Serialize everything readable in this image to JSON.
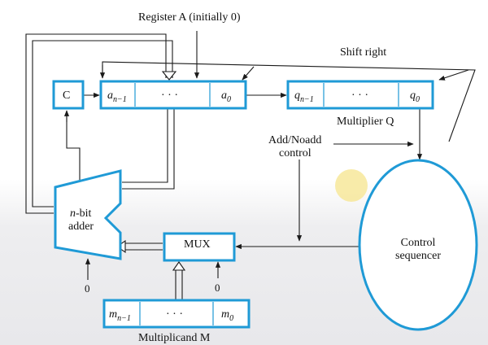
{
  "labels": {
    "register_a": "Register A (initially 0)",
    "shift_right": "Shift right",
    "multiplier_q": "Multiplier Q",
    "add_noadd_line1": "Add/Noadd",
    "add_noadd_line2": "control",
    "control_line1": "Control",
    "control_line2": "sequencer",
    "adder_n": "n",
    "adder_rest": "-bit",
    "adder_line2": "adder",
    "mux": "MUX",
    "multiplicand_m": "Multiplicand M",
    "zero": "0",
    "c": "C",
    "dots": "· · ·"
  },
  "register_a_cells": {
    "first_base": "a",
    "first_sub": "n−1",
    "last_base": "a",
    "last_sub": "0"
  },
  "register_q_cells": {
    "first_base": "q",
    "first_sub": "n−1",
    "last_base": "q",
    "last_sub": "0"
  },
  "register_m_cells": {
    "first_base": "m",
    "first_sub": "n−1",
    "last_base": "m",
    "last_sub": "0"
  },
  "colors": {
    "box_stroke": "#1f9ad6",
    "wire": "#1a1a1a"
  },
  "icons": {
    "pointer": "cursor-highlight-icon"
  }
}
